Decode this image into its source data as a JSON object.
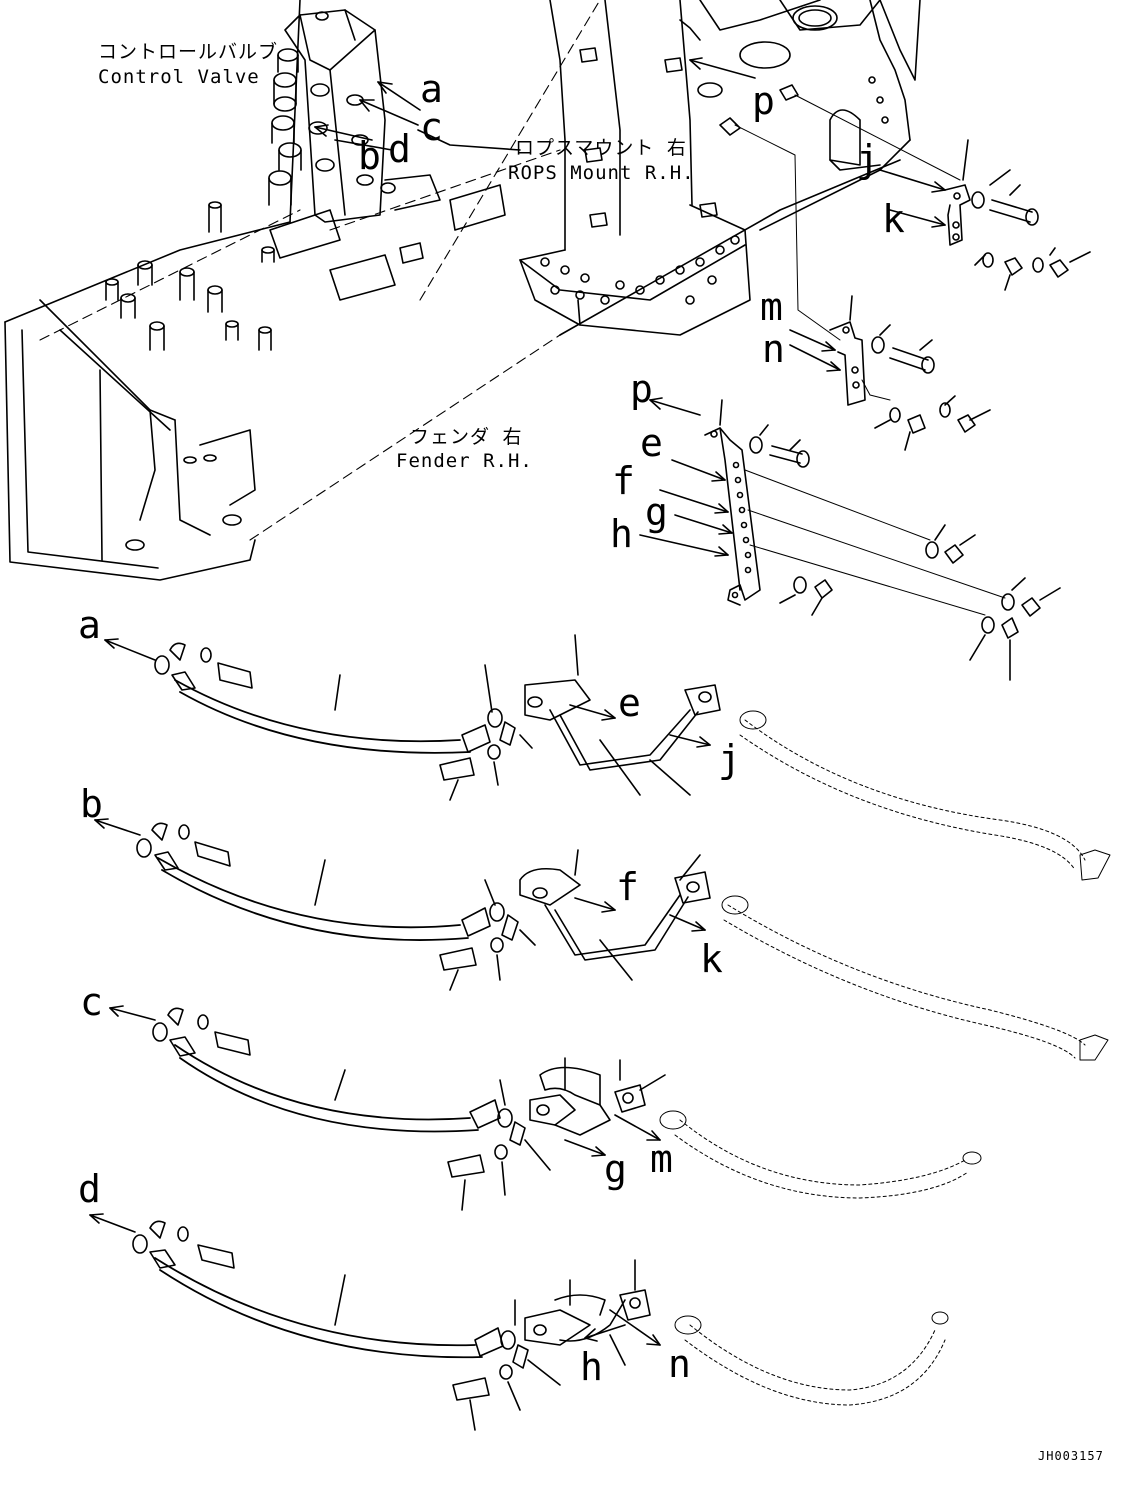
{
  "labels": {
    "control_valve_jp": "コントロールバルブ",
    "control_valve_en": "Control Valve",
    "rops_mount_jp": "ロプスマウント 右",
    "rops_mount_en": "ROPS Mount R.H.",
    "fender_jp": "フェンダ 右",
    "fender_en": "Fender R.H."
  },
  "callouts": {
    "a": "a",
    "b": "b",
    "c": "c",
    "d": "d",
    "e": "e",
    "f": "f",
    "g": "g",
    "h": "h",
    "j": "j",
    "k": "k",
    "m": "m",
    "n": "n",
    "p": "p"
  },
  "drawing_code": "JH003157"
}
